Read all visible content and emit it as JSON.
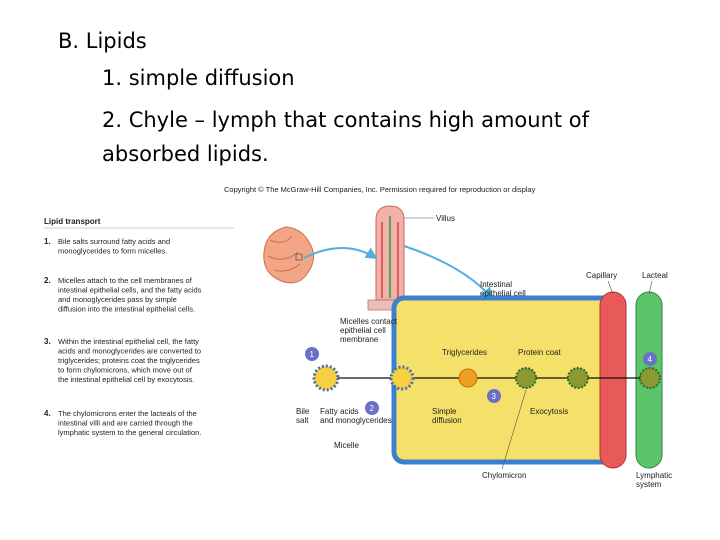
{
  "slide": {
    "heading": "B. Lipids",
    "item1": "1. simple diffusion",
    "item2": "2. Chyle – lymph that contains high amount of absorbed lipids."
  },
  "figure": {
    "copyright": "Copyright © The McGraw-Hill Companies, Inc. Permission required for reproduction or display",
    "panel_title": "Lipid transport",
    "steps": [
      {
        "num": "1.",
        "lines": [
          "Bile salts surround fatty acids and",
          "monoglycerides to form micelles."
        ]
      },
      {
        "num": "2.",
        "lines": [
          "Micelles attach to the cell membranes of",
          "intestinal epithelial cells, and the fatty acids",
          "and monoglycerides pass by simple",
          "diffusion into the intestinal epithelial cells."
        ]
      },
      {
        "num": "3.",
        "lines": [
          "Within the intestinal epithelial cell, the fatty",
          "acids and monoglycerides are converted to",
          "triglycerides; proteins coat the triglycerides",
          "to form chylomicrons, which move out of",
          "the intestinal epithelial cell by exocytosis."
        ]
      },
      {
        "num": "4.",
        "lines": [
          "The chylomicrons enter the lacteals of the",
          "intestinal villi and are carried through the",
          "lymphatic system to the general circulation."
        ]
      }
    ],
    "labels": {
      "villus": "Villus",
      "epithelial_cell": [
        "Intestinal",
        "epithelial cell"
      ],
      "capillary": "Capillary",
      "lacteal": "Lacteal",
      "micelles_contact": [
        "Micelles contact",
        "epithelial cell",
        "membrane"
      ],
      "triglycerides": "Triglycerides",
      "protein_coat": "Protein coat",
      "simple_diffusion": [
        "Simple",
        "diffusion"
      ],
      "exocytosis": "Exocytosis",
      "bile_salt": [
        "Bile",
        "salt"
      ],
      "fatty_acids": [
        "Fatty acids",
        "and monoglycerides"
      ],
      "micelle": "Micelle",
      "chylomicron": "Chylomicron",
      "lymphatic": [
        "Lymphatic",
        "system"
      ]
    },
    "markers": [
      "1",
      "2",
      "3",
      "4"
    ],
    "colors": {
      "cell": "#f5e06a",
      "cell_border": "#3a7fd0",
      "capillary": "#e85a5a",
      "lacteal": "#5cc46a",
      "droplet": "#f0a020"
    }
  }
}
